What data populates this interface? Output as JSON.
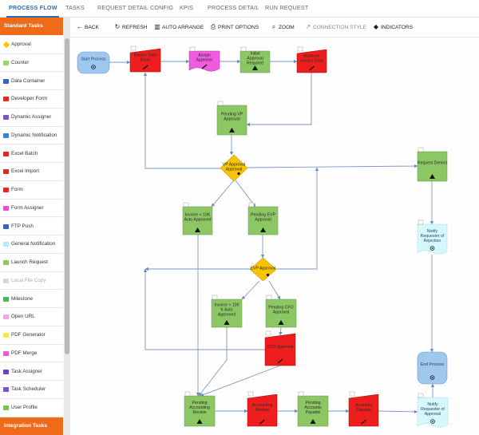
{
  "tabs": [
    {
      "label": "PROCESS FLOW",
      "active": true
    },
    {
      "label": "TASKS"
    },
    {
      "label": "REQUEST DETAIL CONFIG"
    },
    {
      "label": "KPIS"
    },
    {
      "label": "PROCESS DETAIL"
    },
    {
      "label": "RUN REQUEST"
    }
  ],
  "sidebar": {
    "header": "Standard Tasks",
    "footer": "Integration Tasks",
    "items": [
      {
        "label": "Approval",
        "icon": "diamond-icon",
        "color": "#f7c600"
      },
      {
        "label": "Counter",
        "icon": "counter-icon",
        "color": "#9ad36a"
      },
      {
        "label": "Data Container",
        "icon": "data-container-icon",
        "color": "#3a63b8"
      },
      {
        "label": "Developer Form",
        "icon": "developer-form-icon",
        "color": "#e8261c"
      },
      {
        "label": "Dynamic Assigner",
        "icon": "dynamic-assigner-icon",
        "color": "#7a54c9"
      },
      {
        "label": "Dynamic Notification",
        "icon": "dynamic-notification-icon",
        "color": "#3f7fd1"
      },
      {
        "label": "Excel Batch",
        "icon": "excel-batch-icon",
        "color": "#d92b26"
      },
      {
        "label": "Excel Import",
        "icon": "excel-import-icon",
        "color": "#d92b26"
      },
      {
        "label": "Form",
        "icon": "form-icon",
        "color": "#e8261c"
      },
      {
        "label": "Form Assigner",
        "icon": "form-assigner-icon",
        "color": "#e64fd4"
      },
      {
        "label": "FTP Push",
        "icon": "ftp-push-icon",
        "color": "#3a63b8"
      },
      {
        "label": "General Notification",
        "icon": "general-notification-icon",
        "color": "#b5ecf3"
      },
      {
        "label": "Launch Request",
        "icon": "launch-request-icon",
        "color": "#8cc86a"
      },
      {
        "label": "Local File Copy",
        "icon": "local-file-copy-icon",
        "color": "#d8d8d8",
        "disabled": true
      },
      {
        "label": "Milestone",
        "icon": "milestone-icon",
        "color": "#48b85a"
      },
      {
        "label": "Open URL",
        "icon": "open-url-icon",
        "color": "#f1a8d9"
      },
      {
        "label": "PDF Generator",
        "icon": "pdf-generator-icon",
        "color": "#f8e94a"
      },
      {
        "label": "PDF Merge",
        "icon": "pdf-merge-icon",
        "color": "#e45fd4"
      },
      {
        "label": "Task Assigner",
        "icon": "task-assigner-icon",
        "color": "#6b43c2"
      },
      {
        "label": "Task Scheduler",
        "icon": "task-scheduler-icon",
        "color": "#7a54c9"
      },
      {
        "label": "User Profile",
        "icon": "user-profile-icon",
        "color": "#7ac34f"
      }
    ]
  },
  "toolbar": [
    {
      "label": "BACK",
      "icon": "back-icon",
      "glyph": "←"
    },
    {
      "label": "REFRESH",
      "icon": "refresh-icon",
      "glyph": "↻"
    },
    {
      "label": "AUTO ARRANGE",
      "icon": "auto-arrange-icon",
      "glyph": "▥"
    },
    {
      "label": "PRINT OPTIONS",
      "icon": "print-icon",
      "glyph": "⎙"
    },
    {
      "label": "ZOOM",
      "icon": "zoom-icon",
      "glyph": "⌕"
    },
    {
      "label": "CONNECTION STYLE",
      "icon": "connection-style-icon",
      "glyph": "↗",
      "disabled": true
    },
    {
      "label": "INDICATORS",
      "icon": "indicators-icon",
      "glyph": "◆"
    }
  ],
  "colors": {
    "accent": "#2a6db3",
    "sidebar_header": "#ef6b1a",
    "green_task": "#8cc763",
    "red_task": "#ef1e1e",
    "pink_task": "#f05be0",
    "approval": "#f8c300",
    "start_end": "#9fc8ee",
    "notification": "#d6f8fd",
    "connector": "#7490b8"
  },
  "flow": {
    "nodes": [
      {
        "id": "start",
        "kind": "start",
        "label": "Start Process"
      },
      {
        "id": "invoice_form",
        "kind": "form",
        "label": "Invoice Data Entry"
      },
      {
        "id": "assign_approver",
        "kind": "form-assigner",
        "label": "Assign Approver"
      },
      {
        "id": "initial_approval",
        "kind": "approval-task",
        "label": "Initial Approval Required"
      },
      {
        "id": "approver_form",
        "kind": "form",
        "label": "Approver Invoice Data"
      },
      {
        "id": "pending_vp",
        "kind": "approval-task",
        "label": "Pending VP Approval"
      },
      {
        "id": "vp_decision",
        "kind": "decision",
        "label": "VP Approval Approval"
      },
      {
        "id": "request_denied",
        "kind": "approval-task",
        "label": "Request Denied"
      },
      {
        "id": "auto_10k",
        "kind": "approval-task",
        "label": "Invoice < 10K Auto Approved"
      },
      {
        "id": "pending_evp",
        "kind": "approval-task",
        "label": "Pending EVP Approval"
      },
      {
        "id": "notify_reject",
        "kind": "notification",
        "label": "Notify Requester of Rejection"
      },
      {
        "id": "evp_decision",
        "kind": "decision",
        "label": "EVP Approval"
      },
      {
        "id": "auto_100k",
        "kind": "approval-task",
        "label": "Invoice > 100 K Auto Approved"
      },
      {
        "id": "pending_cfo",
        "kind": "approval-task",
        "label": "Pending CFO Approval"
      },
      {
        "id": "cfo_form",
        "kind": "form",
        "label": "CFO Approval"
      },
      {
        "id": "end",
        "kind": "end",
        "label": "End Process"
      },
      {
        "id": "pending_accounting",
        "kind": "approval-task",
        "label": "Pending Accounting Review"
      },
      {
        "id": "accounting_form",
        "kind": "form",
        "label": "Accounting Review"
      },
      {
        "id": "pending_ap",
        "kind": "approval-task",
        "label": "Pending Accounts Payable"
      },
      {
        "id": "ap_form",
        "kind": "form",
        "label": "Accounts Payable"
      },
      {
        "id": "notify_approval",
        "kind": "notification",
        "label": "Notify Requester of Approval"
      }
    ]
  }
}
